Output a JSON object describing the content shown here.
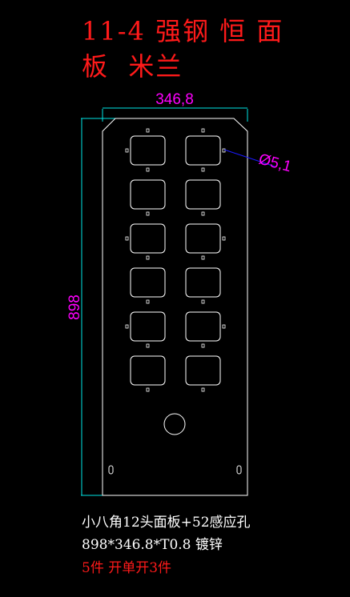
{
  "title": {
    "line1": "11-4 强钢 恒 面",
    "line2": "板  米兰"
  },
  "dimensions": {
    "width_label": "346,8",
    "height_label": "898",
    "hole_label": "Ø5,1"
  },
  "notes": {
    "line1": "小八角12头面板+52感应孔",
    "line2": "898*346.8*T0.8 镀锌",
    "line3": "5件 开单开3件"
  },
  "colors": {
    "background": "#000000",
    "outline": "#ffffff",
    "dimension": "#00e5e5",
    "dimension_text": "#ff00ff",
    "title": "#ff1a1a",
    "leader": "#1a1aff"
  }
}
